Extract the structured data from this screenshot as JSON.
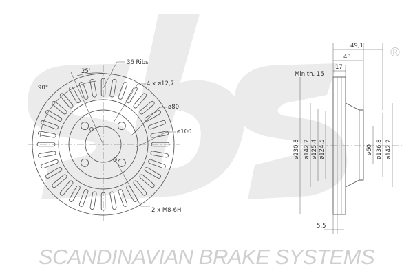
{
  "brand": {
    "footer_text": "SCANDINAVIAN BRAKE SYSTEMS",
    "registered_mark": "®",
    "watermark_letters": "sbs"
  },
  "front_view": {
    "ribs_label": "36 Ribs",
    "rib_count": 36,
    "rib_angle_label": "25'",
    "right_angle_label": "90°",
    "bolt_holes_label": "4 x ø12,7",
    "bolt_hole_count": 4,
    "pcd_label": "ø80",
    "hub_label": "ø100",
    "threads_label": "2 x M8-6H"
  },
  "side_view": {
    "total_width": "49,1",
    "hub_depth": "43",
    "min_thickness_label": "Min th. 15",
    "thickness": "17",
    "flange": "5,5",
    "diameters": [
      "ø230,8",
      "ø142,2",
      "ø125,4",
      "ø124,5",
      "ø60",
      "ø136,8",
      "ø142,2"
    ]
  },
  "colors": {
    "line": "#5a5a5a",
    "watermark": "#e6e6e6",
    "footer": "#cfcfcf"
  }
}
